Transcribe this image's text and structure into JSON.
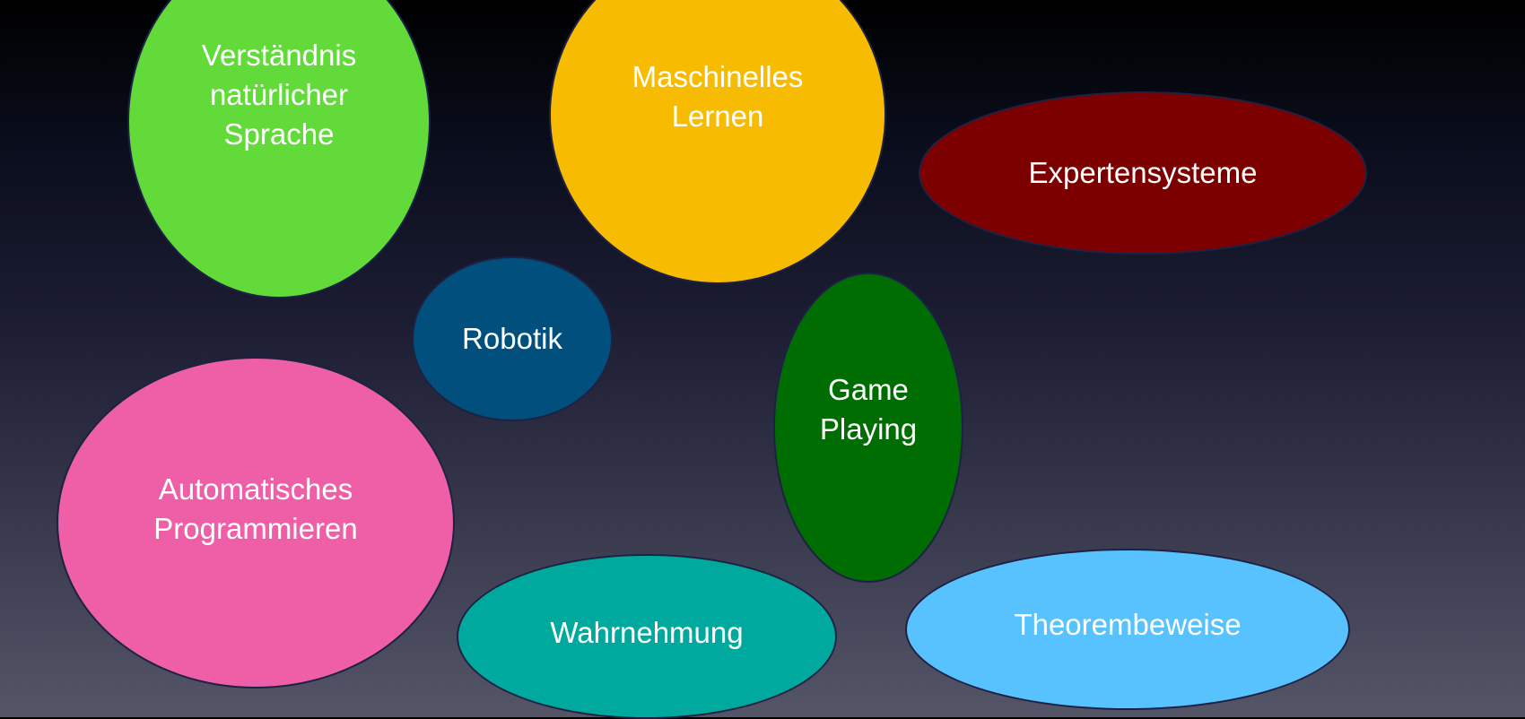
{
  "bubbles": [
    {
      "label": "Verständnis\nnatürlicher\nSprache",
      "color": "#62db3a"
    },
    {
      "label": "Maschinelles\nLernen",
      "color": "#f7bc02"
    },
    {
      "label": "Expertensysteme",
      "color": "#7d0000"
    },
    {
      "label": "Robotik",
      "color": "#004f7d"
    },
    {
      "label": "Game\nPlaying",
      "color": "#006d02"
    },
    {
      "label": "Automatisches\nProgrammieren",
      "color": "#ef5fa7"
    },
    {
      "label": "Wahrnehmung",
      "color": "#00a99e"
    },
    {
      "label": "Theorembeweise",
      "color": "#58c2fe"
    }
  ]
}
